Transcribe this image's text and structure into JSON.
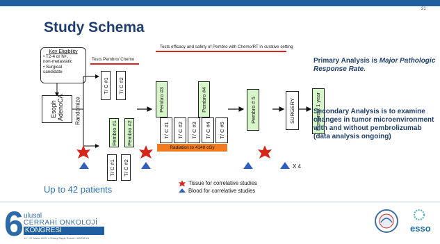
{
  "slide": {
    "page_number": "21",
    "title": "Study Schema",
    "test_efficacy_text": "Tests efficacy and safety of Pembro with Chemo/RT in curative setting",
    "tests_pembro_chemo": "Tests Pembro/ Chemo",
    "key_eligibility": {
      "heading": "Key Eligibility",
      "lines": [
        "• T2-4 or N+,",
        "non-metastatic",
        "• Surgical",
        "candidate"
      ]
    },
    "start_box": "Esoph AdenoCA",
    "randomize": "Randomize",
    "upper_arm": [
      "T/ C #1",
      "T/ C #2"
    ],
    "lower_arm": [
      "Pembro #1",
      "Pembro #2"
    ],
    "lower_tc": [
      "T/ C #1",
      "T/ C #2"
    ],
    "pembro3": "Pembro #3",
    "pembro4": "Pembro #4",
    "tc_seq": [
      "T/ C #1",
      "T/ C #2",
      "T/ C #3",
      "T/ C #4",
      "T/ C #5"
    ],
    "radiation": "Radiation to 4140 cGy",
    "pembro5": "Pembro # 5",
    "surgery": "SURGERY",
    "pembro_year": "Pembro x 1 year",
    "times4": "X 4",
    "primary_analysis_prefix": "Primary Analysis is ",
    "primary_analysis_italic": "Major Pathologic Response Rate.",
    "secondary_analysis": "Secondary Analysis is to examine changes in tumor microenvironment with and without pembrolizumab (data analysis ongoing)",
    "up_to": "Up to 42 patients",
    "legend_tissue": "Tissue for correlative studies",
    "legend_blood": "Blood for correlative studies"
  },
  "footer": {
    "logo_number": "6",
    "ulusal": "ulusal",
    "cerrahi": "CERRAHİ ONKOLOJİ",
    "kongresi": "KONGRESİ",
    "date_line": "14 - 17 Nisan 2022 • Güneş Sapık Resort • ANTALYA",
    "esso": "esso"
  },
  "colors": {
    "title": "#1f3f6e",
    "green_box": "#d6f5c9",
    "radiation": "#f07b21",
    "star": "#d6261c",
    "triangle": "#2f5fc0"
  }
}
